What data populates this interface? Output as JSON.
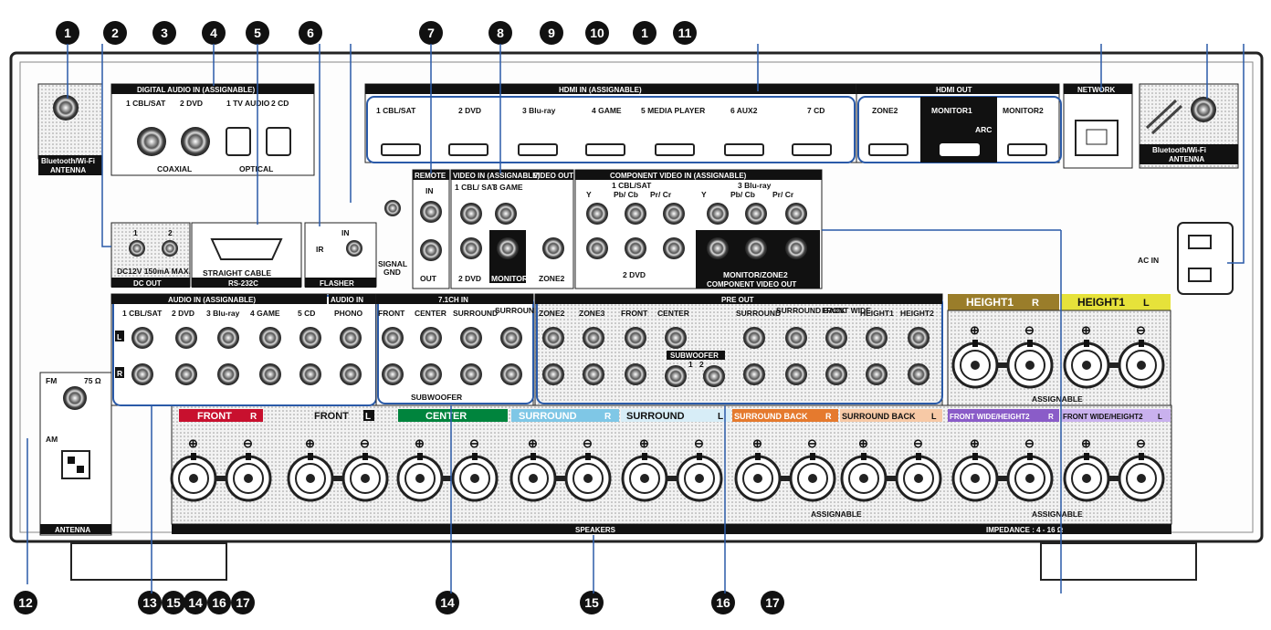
{
  "callouts_top": [
    "1",
    "2",
    "3",
    "4",
    "5",
    "6",
    "7",
    "8",
    "9",
    "10",
    "1",
    "11"
  ],
  "callouts_bottom": [
    "12",
    "13",
    "15",
    "14",
    "16",
    "17",
    "14",
    "15",
    "16",
    "17"
  ],
  "bt_left": {
    "label1": "Bluetooth/Wi-Fi",
    "label2": "ANTENNA"
  },
  "bt_right": {
    "label1": "Bluetooth/Wi-Fi",
    "label2": "ANTENNA"
  },
  "digital_audio": {
    "header": "DIGITAL AUDIO IN (ASSIGNABLE)",
    "inputs": [
      "1 CBL/SAT",
      "2 DVD",
      "1 TV AUDIO",
      "2 CD"
    ],
    "coaxial": "COAXIAL",
    "optical": "OPTICAL"
  },
  "hdmi_in": {
    "header": "HDMI IN (ASSIGNABLE)",
    "ports": [
      "1 CBL/SAT",
      "2 DVD",
      "3 Blu-ray",
      "4 GAME",
      "5 MEDIA PLAYER",
      "6 AUX2",
      "7 CD"
    ]
  },
  "hdmi_out": {
    "header": "HDMI OUT",
    "ports": [
      "ZONE2",
      "MONITOR1",
      "MONITOR2"
    ],
    "arc": "ARC"
  },
  "network": "NETWORK",
  "dc_out": {
    "pins": [
      "1",
      "2"
    ],
    "spec": "DC12V 150mA MAX.",
    "label": "DC OUT"
  },
  "rs232c": {
    "sub": "STRAIGHT CABLE",
    "label": "RS-232C"
  },
  "flasher": {
    "in": "IN",
    "ir": "IR",
    "label": "FLASHER"
  },
  "remote": {
    "header": "REMOTE",
    "in": "IN",
    "out": "OUT"
  },
  "video": {
    "header": "VIDEO IN (ASSIGNABLE)",
    "out_header": "VIDEO OUT",
    "in1": "1 CBL/ SAT",
    "in3": "3 GAME",
    "in2": "2 DVD",
    "monitor": "MONITOR",
    "zone2": "ZONE2"
  },
  "component": {
    "header": "COMPONENT VIDEO IN (ASSIGNABLE)",
    "in1": "1 CBL/SAT",
    "in3": "3 Blu-ray",
    "in2": "2 DVD",
    "y": "Y",
    "pb": "Pb/ Cb",
    "pr": "Pr/ Cr",
    "monitor": "MONITOR/ZONE2",
    "out_label": "COMPONENT VIDEO OUT"
  },
  "signal_gnd": {
    "line1": "SIGNAL",
    "line2": "GND"
  },
  "ac_in": "AC IN",
  "audio_in": {
    "header": "AUDIO IN (ASSIGNABLE)",
    "inputs": [
      "1 CBL/SAT",
      "2 DVD",
      "3 Blu-ray",
      "4 GAME",
      "5 CD"
    ],
    "left": "L",
    "right": "R"
  },
  "audio_in_phono": {
    "header": "AUDIO IN",
    "label": "PHONO"
  },
  "ch71": {
    "header": "7.1CH IN",
    "labels": [
      "FRONT",
      "CENTER",
      "SURROUND",
      "SURROUND BACK"
    ],
    "subwoofer": "SUBWOOFER"
  },
  "preout": {
    "header": "PRE OUT",
    "labels": [
      "ZONE2",
      "ZONE3",
      "FRONT",
      "CENTER",
      "SURROUND",
      "SURROUND BACK",
      "FRONT WIDE",
      "HEIGHT1",
      "HEIGHT2"
    ],
    "subwoofer": "SUBWOOFER",
    "sub1": "1",
    "sub2": "2"
  },
  "fm": {
    "fm": "FM",
    "ohm": "75 Ω",
    "am": "AM",
    "label": "ANTENNA"
  },
  "speakers": {
    "front_r": "FRONT",
    "front_l": "FRONT",
    "center": "CENTER",
    "surround_r": "SURROUND",
    "surround_l": "SURROUND",
    "sb_r": "SURROUND BACK",
    "sb_l": "SURROUND BACK",
    "height1_r": "HEIGHT1",
    "height1_l": "HEIGHT1",
    "fw_r": "FRONT WIDE/HEIGHT2",
    "fw_l": "FRONT WIDE/HEIGHT2",
    "r": "R",
    "l": "L",
    "plus": "⊕",
    "minus": "⊖",
    "assignable": "ASSIGNABLE",
    "assignable2": "ASSIGNABLE",
    "assignable3": "ASSIGNABLE",
    "label": "SPEAKERS",
    "impedance": "IMPEDANCE : 4 - 16 Ω"
  },
  "colors": {
    "front_r": "#c8102e",
    "center": "#00843d",
    "surround": "#7fc7e6",
    "surround_back": "#e57a2e",
    "height": "#9a7d2a",
    "height_l": "#e6e23a",
    "front_wide": "#8a5cc8",
    "callout": "#111111",
    "leader": "#2a5aa8"
  }
}
